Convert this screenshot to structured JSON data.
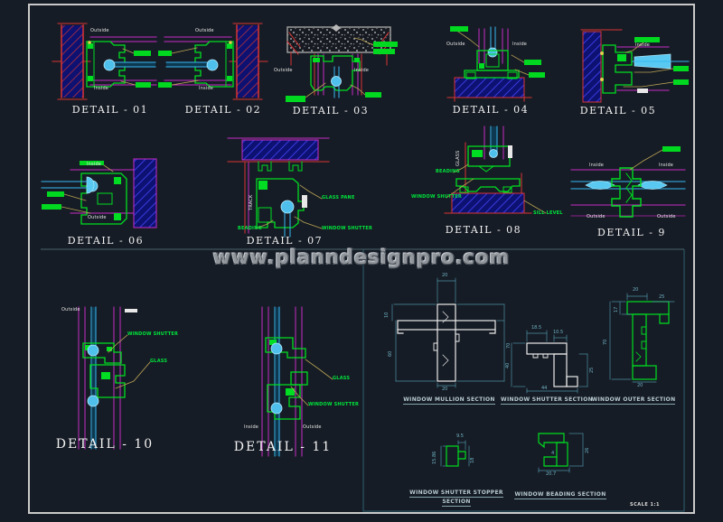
{
  "watermark": "www.planndesignpro.com",
  "scale_note": "SCALE 1:1",
  "colors": {
    "background": "#161c25",
    "frame_border": "#c9c9c9",
    "cad_green": "#00dd22",
    "cad_magenta": "#c52cc5",
    "cad_red": "#d83434",
    "cad_cyan": "#35b9f2",
    "glass_blue": "#4fc0ec",
    "leader_yellow": "#b9a355",
    "dim_teal": "#4d8fa4",
    "watermark_gray": "#90959b"
  },
  "details": [
    {
      "title": "DETAIL - 01",
      "outside": "Outside",
      "inside": "Inside"
    },
    {
      "title": "DETAIL - 02",
      "outside": "Outside",
      "inside": "Inside"
    },
    {
      "title": "DETAIL - 03",
      "outside": "Outside",
      "inside": "Inside"
    },
    {
      "title": "DETAIL - 04",
      "outside": "Outside",
      "inside": "Inside"
    },
    {
      "title": "DETAIL - 05",
      "inside": "Inside"
    },
    {
      "title": "DETAIL - 06",
      "inside": "Inside",
      "outside": "Outside"
    },
    {
      "title": "DETAIL - 07",
      "glass_pane": "GLASS PANE",
      "beading": "BEADING",
      "window_shutter": "WINDOW SHUTTER",
      "track": "TRACK"
    },
    {
      "title": "DETAIL - 08",
      "beading": "BEADING",
      "window_shutter": "WINDOW SHUTTER",
      "sill_level": "SILL LEVEL",
      "glass": "GLASS"
    },
    {
      "title": "DETAIL - 9",
      "inside_l": "Inside",
      "inside_r": "Inside",
      "outside_l": "Outside",
      "outside_r": "Outside"
    },
    {
      "title": "DETAIL - 10",
      "outside": "Outside",
      "window_shutter": "WINDOW SHUTTER",
      "glass": "GLASS"
    },
    {
      "title": "DETAIL - 11",
      "inside": "Inside",
      "outside": "Outside",
      "glass": "GLASS",
      "window_shutter": "WINDOW SHUTTER"
    }
  ],
  "sections": [
    {
      "caption": "WINDOW MULLION SECTION",
      "dim_top": "20",
      "dim_left_top": "10",
      "dim_left": "60",
      "dim_right": "70",
      "dim_bottom": "20"
    },
    {
      "caption": "WINDOW SHUTTER SECTION",
      "dim_top": "18.5",
      "dim_inner": "10.5",
      "dim_left": "40",
      "dim_right": "25",
      "dim_bottom": "44"
    },
    {
      "caption": "WINDOW OUTER SECTION",
      "dim_top": "20",
      "dim_top_right": "25",
      "dim_left_top": "17",
      "dim_left": "70",
      "dim_bottom": "20"
    },
    {
      "caption_line1": "WINDOW SHUTTER STOPPER",
      "caption_line2": "SECTION",
      "dim_top": "9.5",
      "dim_left": "15.86",
      "dim_right": "18"
    },
    {
      "caption": "WINDOW BEADING SECTION",
      "dim_right": "26",
      "dim_bottom": "20.7",
      "dim_inner": "4"
    }
  ]
}
